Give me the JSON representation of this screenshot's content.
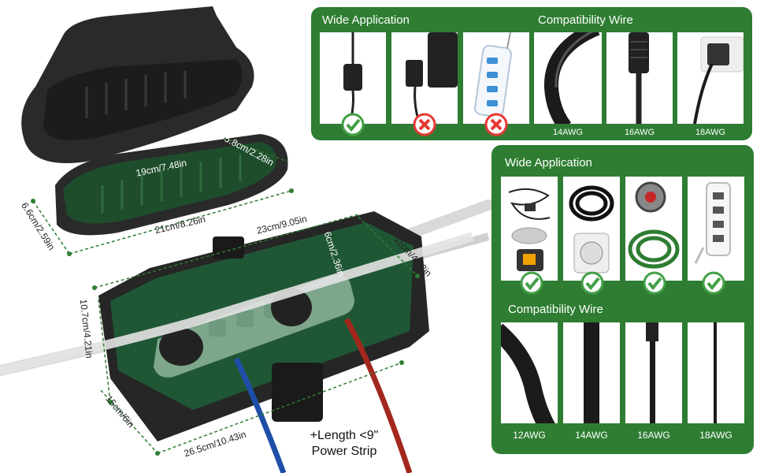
{
  "panel_top": {
    "title_left": "Wide Application",
    "title_right": "Compatibility Wire",
    "wires": [
      "14AWG",
      "16AWG",
      "18AWG"
    ]
  },
  "panel_right": {
    "title_top": "Wide Application",
    "title_bottom": "Compatibility Wire",
    "wires": [
      "12AWG",
      "14AWG",
      "16AWG",
      "18AWG"
    ]
  },
  "dimensions": {
    "lid_length": "19cm/7.48in",
    "lid_width": "5.8cm/2.28in",
    "open_length": "21cm/8.26in",
    "open_height": "6.6cm/2.59in",
    "box_top_length": "23cm/9.05in",
    "box_inner_width": "6cm/2.36in",
    "box_top_width": "11cm/4.33in",
    "box_height": "10.7cm/4.21in",
    "box_depth": "15cm/6in",
    "box_bottom_length": "26.5cm/10.43in"
  },
  "note": {
    "line1": "+Length <9\"",
    "line2": "Power Strip"
  },
  "colors": {
    "panel_green": "#2e7d32",
    "check_green": "#43a047",
    "cross_red": "#e53935",
    "dim_line": "#2e7d32"
  }
}
